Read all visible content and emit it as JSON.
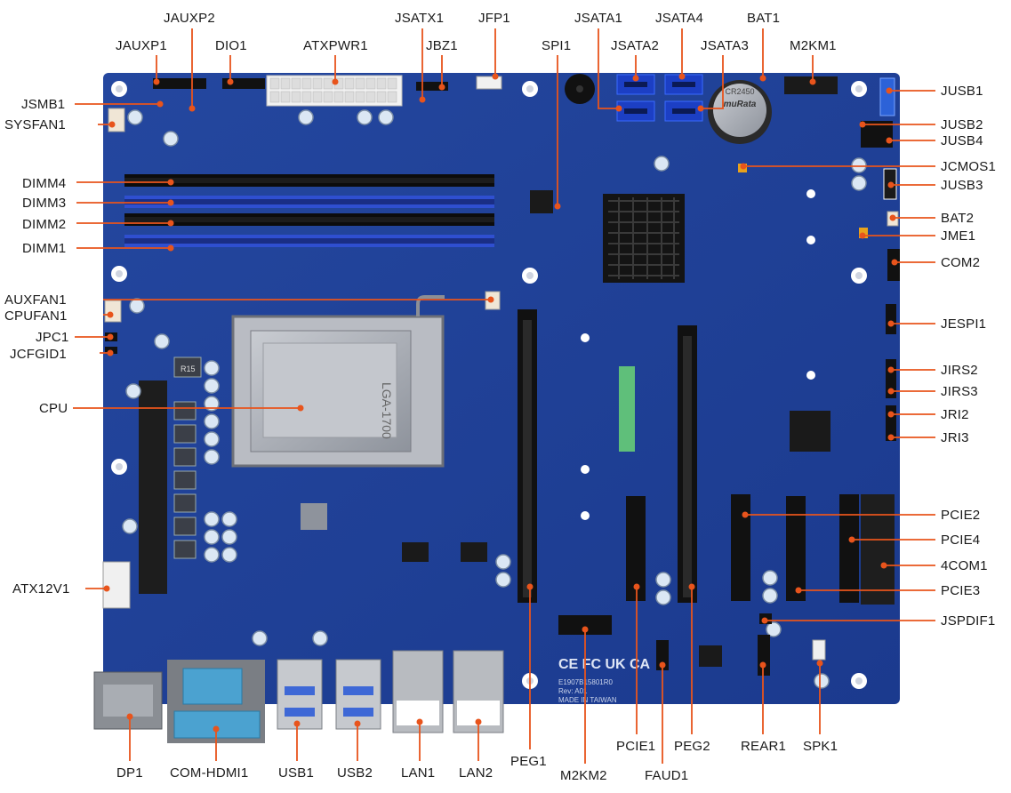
{
  "diagram": {
    "callout_color": "#e8541c",
    "board_color": "#1f3f9c",
    "labels": {
      "jauxp2": "JAUXP2",
      "jsatx1": "JSATX1",
      "jfp1": "JFP1",
      "jsata1": "JSATA1",
      "jsata4": "JSATA4",
      "bat1": "BAT1",
      "jauxp1": "JAUXP1",
      "dio1": "DIO1",
      "atxpwr1": "ATXPWR1",
      "jbz1": "JBZ1",
      "spi1": "SPI1",
      "jsata2": "JSATA2",
      "jsata3": "JSATA3",
      "m2km1": "M2KM1",
      "jsmb1": "JSMB1",
      "sysfan1": "SYSFAN1",
      "dimm4": "DIMM4",
      "dimm3": "DIMM3",
      "dimm2": "DIMM2",
      "dimm1": "DIMM1",
      "auxfan1": "AUXFAN1",
      "cpufan1": "CPUFAN1",
      "jpc1": "JPC1",
      "jcfgid1": "JCFGID1",
      "cpu": "CPU",
      "atx12v1": "ATX12V1",
      "jusb1": "JUSB1",
      "jusb2": "JUSB2",
      "jusb4": "JUSB4",
      "jcmos1": "JCMOS1",
      "jusb3": "JUSB3",
      "bat2": "BAT2",
      "jme1": "JME1",
      "com2": "COM2",
      "jespi1": "JESPI1",
      "jirs2": "JIRS2",
      "jirs3": "JIRS3",
      "jri2": "JRI2",
      "jri3": "JRI3",
      "pcie2": "PCIE2",
      "pcie4": "PCIE4",
      "com4": "4COM1",
      "pcie3": "PCIE3",
      "jspdif1": "JSPDIF1",
      "dp1": "DP1",
      "comhdmi1": "COM-HDMI1",
      "usb1": "USB1",
      "usb2": "USB2",
      "lan1": "LAN1",
      "lan2": "LAN2",
      "peg1": "PEG1",
      "m2km2": "M2KM2",
      "pcie1": "PCIE1",
      "faud1": "FAUD1",
      "peg2": "PEG2",
      "rear1": "REAR1",
      "spk1": "SPK1"
    },
    "board_text": {
      "socket": "LGA-1700",
      "battery": "CR2450",
      "battery_brand": "muRata",
      "choke": "R15",
      "marking_1": "E1907B15801R0",
      "marking_2": "Rev: A01",
      "marking_3": "MADE IN TAIWAN",
      "cert": "CE FC UK CA"
    }
  }
}
